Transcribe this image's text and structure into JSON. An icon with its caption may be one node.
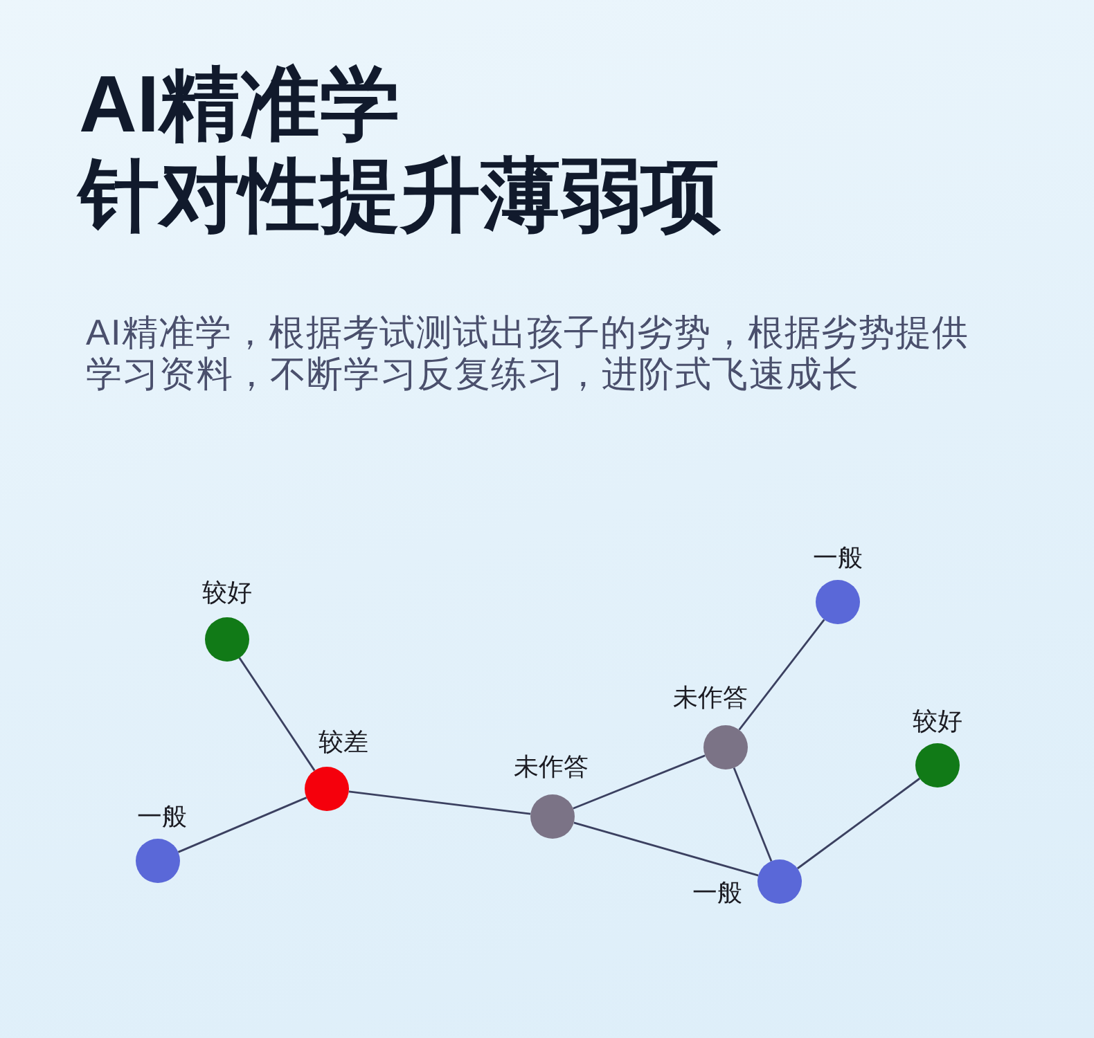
{
  "diagram": {
    "title": "AI精准学针对性提升薄弱项",
    "nodes": [
      {
        "text": [],
        "shape": "circle",
        "beside": [
          "一般"
        ]
      },
      {
        "text": [],
        "shape": "circle",
        "beside": [
          "较好"
        ]
      },
      {
        "text": [],
        "shape": "circle",
        "beside": [
          "未作答"
        ]
      },
      {
        "text": [],
        "shape": "circle",
        "beside": [
          "较好"
        ]
      },
      {
        "text": [],
        "shape": "circle",
        "beside": [
          "较差"
        ]
      },
      {
        "text": [],
        "shape": "circle",
        "beside": [
          "未作答"
        ]
      },
      {
        "text": [],
        "shape": "circle",
        "beside": [
          "一般"
        ]
      },
      {
        "text": [],
        "shape": "circle",
        "beside": [
          "一般"
        ]
      }
    ],
    "edges": [
      {
        "from": 1,
        "to": 4,
        "arrow": "none"
      },
      {
        "from": 4,
        "to": 6,
        "arrow": "none"
      },
      {
        "from": 4,
        "to": 5,
        "arrow": "none"
      },
      {
        "from": 5,
        "to": 2,
        "arrow": "none"
      },
      {
        "from": 5,
        "to": 7,
        "arrow": "none"
      },
      {
        "from": 2,
        "to": 0,
        "arrow": "none"
      },
      {
        "from": 2,
        "to": 7,
        "arrow": "none"
      },
      {
        "from": 7,
        "to": 3,
        "arrow": "none"
      }
    ],
    "labels": [
      "AI精准学，根据考试测试出孩子的劣势，根据劣势提供学习资料，不断学习反复练习，进阶式飞速成长"
    ]
  }
}
